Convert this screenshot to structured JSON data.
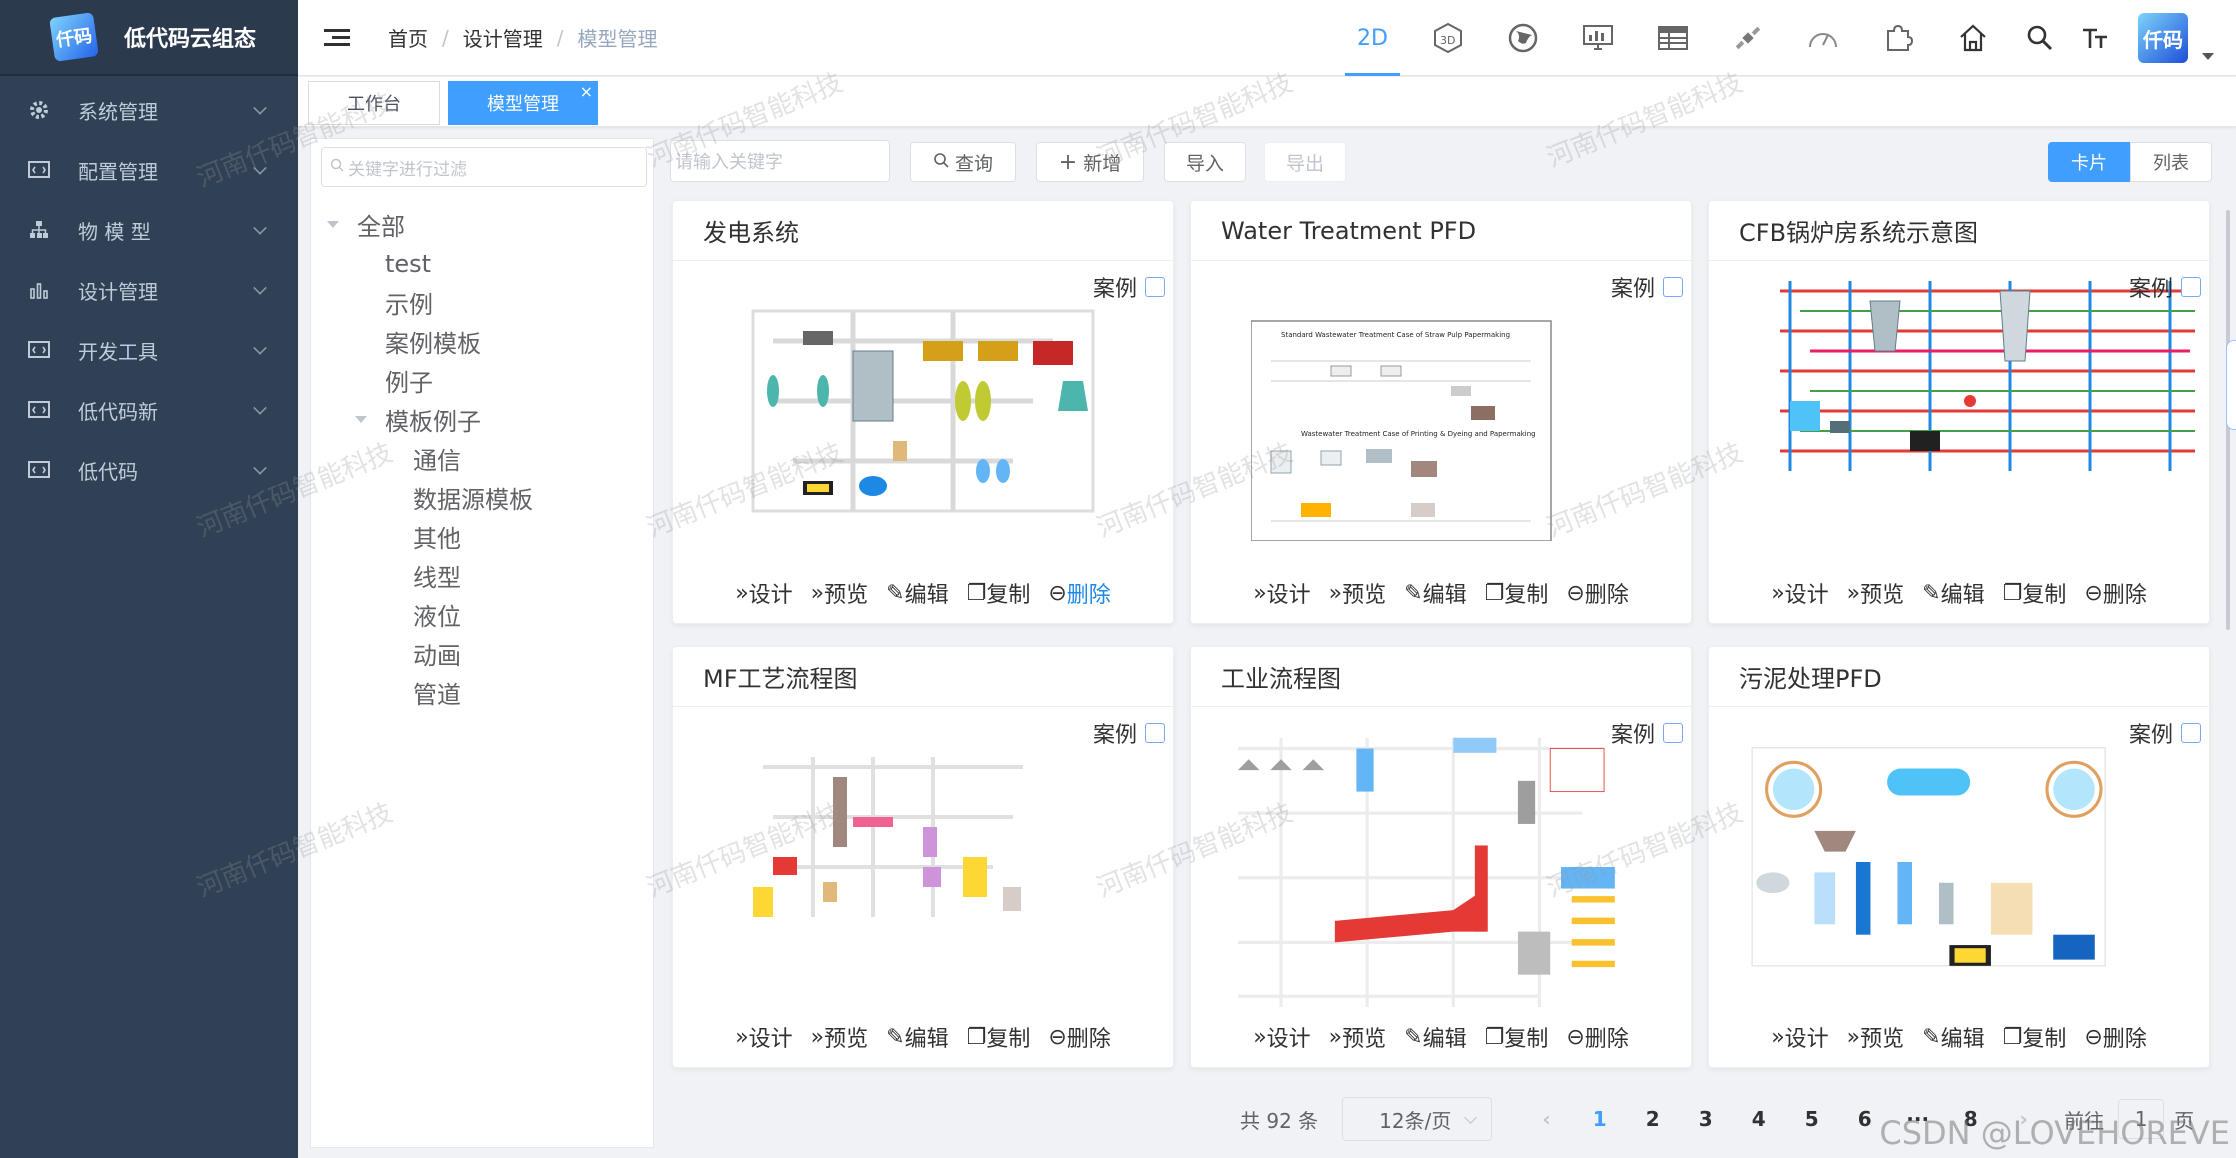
{
  "app": {
    "title": "低代码云组态",
    "logo_text": "仟码"
  },
  "sidebar": {
    "items": [
      {
        "label": "系统管理",
        "icon": "gear-icon"
      },
      {
        "label": "配置管理",
        "icon": "code-window-icon"
      },
      {
        "label": "物 模 型",
        "icon": "tree-icon"
      },
      {
        "label": "设计管理",
        "icon": "bar-chart-icon"
      },
      {
        "label": "开发工具",
        "icon": "code-window-icon"
      },
      {
        "label": "低代码新",
        "icon": "code-window-icon"
      },
      {
        "label": "低代码",
        "icon": "code-window-icon"
      }
    ]
  },
  "breadcrumb": [
    "首页",
    "设计管理",
    "模型管理"
  ],
  "topnav": {
    "items": [
      "2D",
      "3D",
      "globe-icon",
      "monitor-chart-icon",
      "table-icon",
      "satellite-icon",
      "gauge-icon",
      "puzzle-icon",
      "home-icon",
      "search-icon",
      "font-size-icon"
    ],
    "active": "2D",
    "label_2d": "2D"
  },
  "tags": [
    {
      "label": "工作台"
    },
    {
      "label": "模型管理",
      "close": "×"
    }
  ],
  "filter": {
    "placeholder": "关键字进行过滤"
  },
  "tree": {
    "nodes": [
      {
        "label": "全部",
        "level": 0,
        "expanded": true
      },
      {
        "label": "test",
        "level": 1
      },
      {
        "label": "示例",
        "level": 1
      },
      {
        "label": "案例模板",
        "level": 1
      },
      {
        "label": "例子",
        "level": 1
      },
      {
        "label": "模板例子",
        "level": 1,
        "expanded": true
      },
      {
        "label": "通信",
        "level": 2
      },
      {
        "label": "数据源模板",
        "level": 2
      },
      {
        "label": "其他",
        "level": 2
      },
      {
        "label": "线型",
        "level": 2
      },
      {
        "label": "液位",
        "level": 2
      },
      {
        "label": "动画",
        "level": 2
      },
      {
        "label": "管道",
        "level": 2
      }
    ]
  },
  "toolbar": {
    "search_placeholder": "请输入关键字",
    "query": "查询",
    "add": "新增",
    "import": "导入",
    "export": "导出",
    "view_card": "卡片",
    "view_list": "列表"
  },
  "cards": [
    {
      "title": "发电系统",
      "case": "案例",
      "delete_highlight": true
    },
    {
      "title": "Water Treatment PFD",
      "case": "案例",
      "img_title_1": "Standard Wastewater Treatment Case of Straw Pulp Papermaking",
      "img_title_2": "Wastewater Treatment Case of Printing & Dyeing and Papermaking"
    },
    {
      "title": "CFB锅炉房系统示意图",
      "case": "案例"
    },
    {
      "title": "MF工艺流程图",
      "case": "案例"
    },
    {
      "title": "工业流程图",
      "case": "案例"
    },
    {
      "title": "污泥处理PFD",
      "case": "案例"
    }
  ],
  "card_actions": {
    "design": "设计",
    "preview": "预览",
    "edit": "编辑",
    "copy": "复制",
    "delete": "删除"
  },
  "pagination": {
    "total": "共 92 条",
    "page_size": "12条/页",
    "pages": [
      "1",
      "2",
      "3",
      "4",
      "5",
      "6",
      "···",
      "8"
    ],
    "current": "1",
    "goto": "前往",
    "goto_value": "1",
    "page_unit": "页"
  },
  "watermark": "河南仟码智能科技",
  "csdn": "CSDN @LOVEHOREVE",
  "colors": {
    "primary": "#409eff",
    "sidebar": "#304156"
  }
}
